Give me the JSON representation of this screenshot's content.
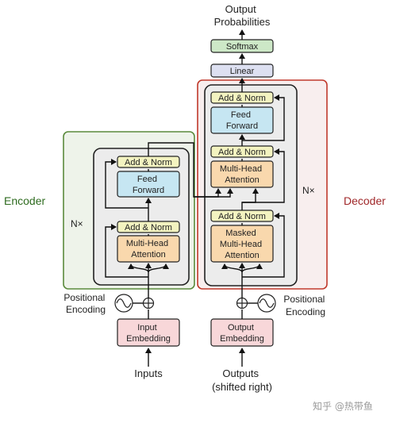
{
  "output_probabilities": [
    "Output",
    "Probabilities"
  ],
  "softmax_label": "Softmax",
  "linear_label": "Linear",
  "encoder_title": "Encoder",
  "decoder_title": "Decoder",
  "encoder_repeat": "N×",
  "decoder_repeat": "N×",
  "add_norm_label": "Add & Norm",
  "feed_forward_label": [
    "Feed",
    "Forward"
  ],
  "multi_head_attention_label": [
    "Multi-Head",
    "Attention"
  ],
  "masked_attention_label": [
    "Masked",
    "Multi-Head",
    "Attention"
  ],
  "positional_encoding_label": [
    "Positional",
    "Encoding"
  ],
  "input_embedding_label": [
    "Input",
    "Embedding"
  ],
  "output_embedding_label": [
    "Output",
    "Embedding"
  ],
  "inputs_label": "Inputs",
  "outputs_label": [
    "Outputs",
    "(shifted right)"
  ],
  "watermark": "知乎 @热带鱼",
  "colors": {
    "encoder_border": "#5a8a3c",
    "encoder_title": "#2e6b1f",
    "decoder_border": "#c0392b",
    "decoder_title": "#a0282a",
    "add_norm_fill": "#f3f3c0",
    "feed_forward_fill": "#c6e6f2",
    "attention_fill": "#f9d8ad",
    "embedding_fill": "#f8d7d9",
    "softmax_fill": "#cde8c7",
    "linear_fill": "#dde0f1"
  }
}
